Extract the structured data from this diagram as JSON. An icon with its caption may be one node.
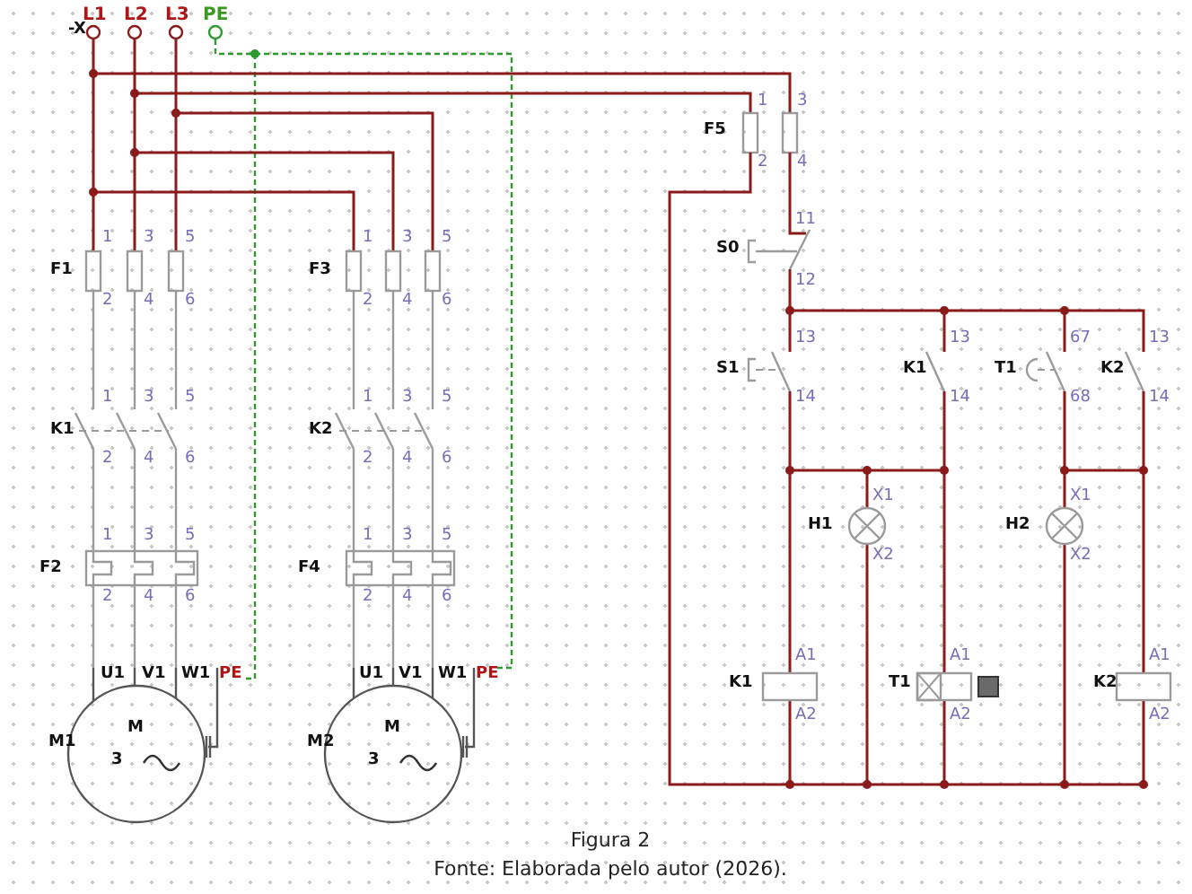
{
  "diagram": {
    "labels": [
      "-X",
      "L1",
      "L2",
      "L3",
      "PE",
      "1",
      "3",
      "5",
      "F1",
      "2",
      "4",
      "6",
      "1",
      "3",
      "5",
      "F3",
      "2",
      "4",
      "6",
      "1",
      "3",
      "5",
      "K1",
      "2",
      "4",
      "6",
      "1",
      "3",
      "5",
      "K2",
      "2",
      "4",
      "6",
      "1",
      "3",
      "5",
      "F2",
      "2",
      "4",
      "6",
      "1",
      "3",
      "5",
      "F4",
      "2",
      "4",
      "6",
      "U1",
      "V1",
      "W1",
      "PE",
      "M1",
      "M",
      "3",
      "U1",
      "V1",
      "W1",
      "PE",
      "M2",
      "M",
      "3",
      "1",
      "3",
      "F5",
      "2",
      "4",
      "11",
      "S0",
      "12",
      "13",
      "13",
      "67",
      "13",
      "S1",
      "K1",
      "T1",
      "K2",
      "14",
      "14",
      "68",
      "14",
      "X1",
      "H1",
      "X2",
      "X1",
      "H2",
      "X2",
      "A1",
      "A1",
      "A1",
      "K1",
      "T1",
      "K2",
      "A2",
      "A2",
      "A2",
      "Figura 2",
      "Fonte: Elaborada pelo autor (2026)."
    ]
  }
}
